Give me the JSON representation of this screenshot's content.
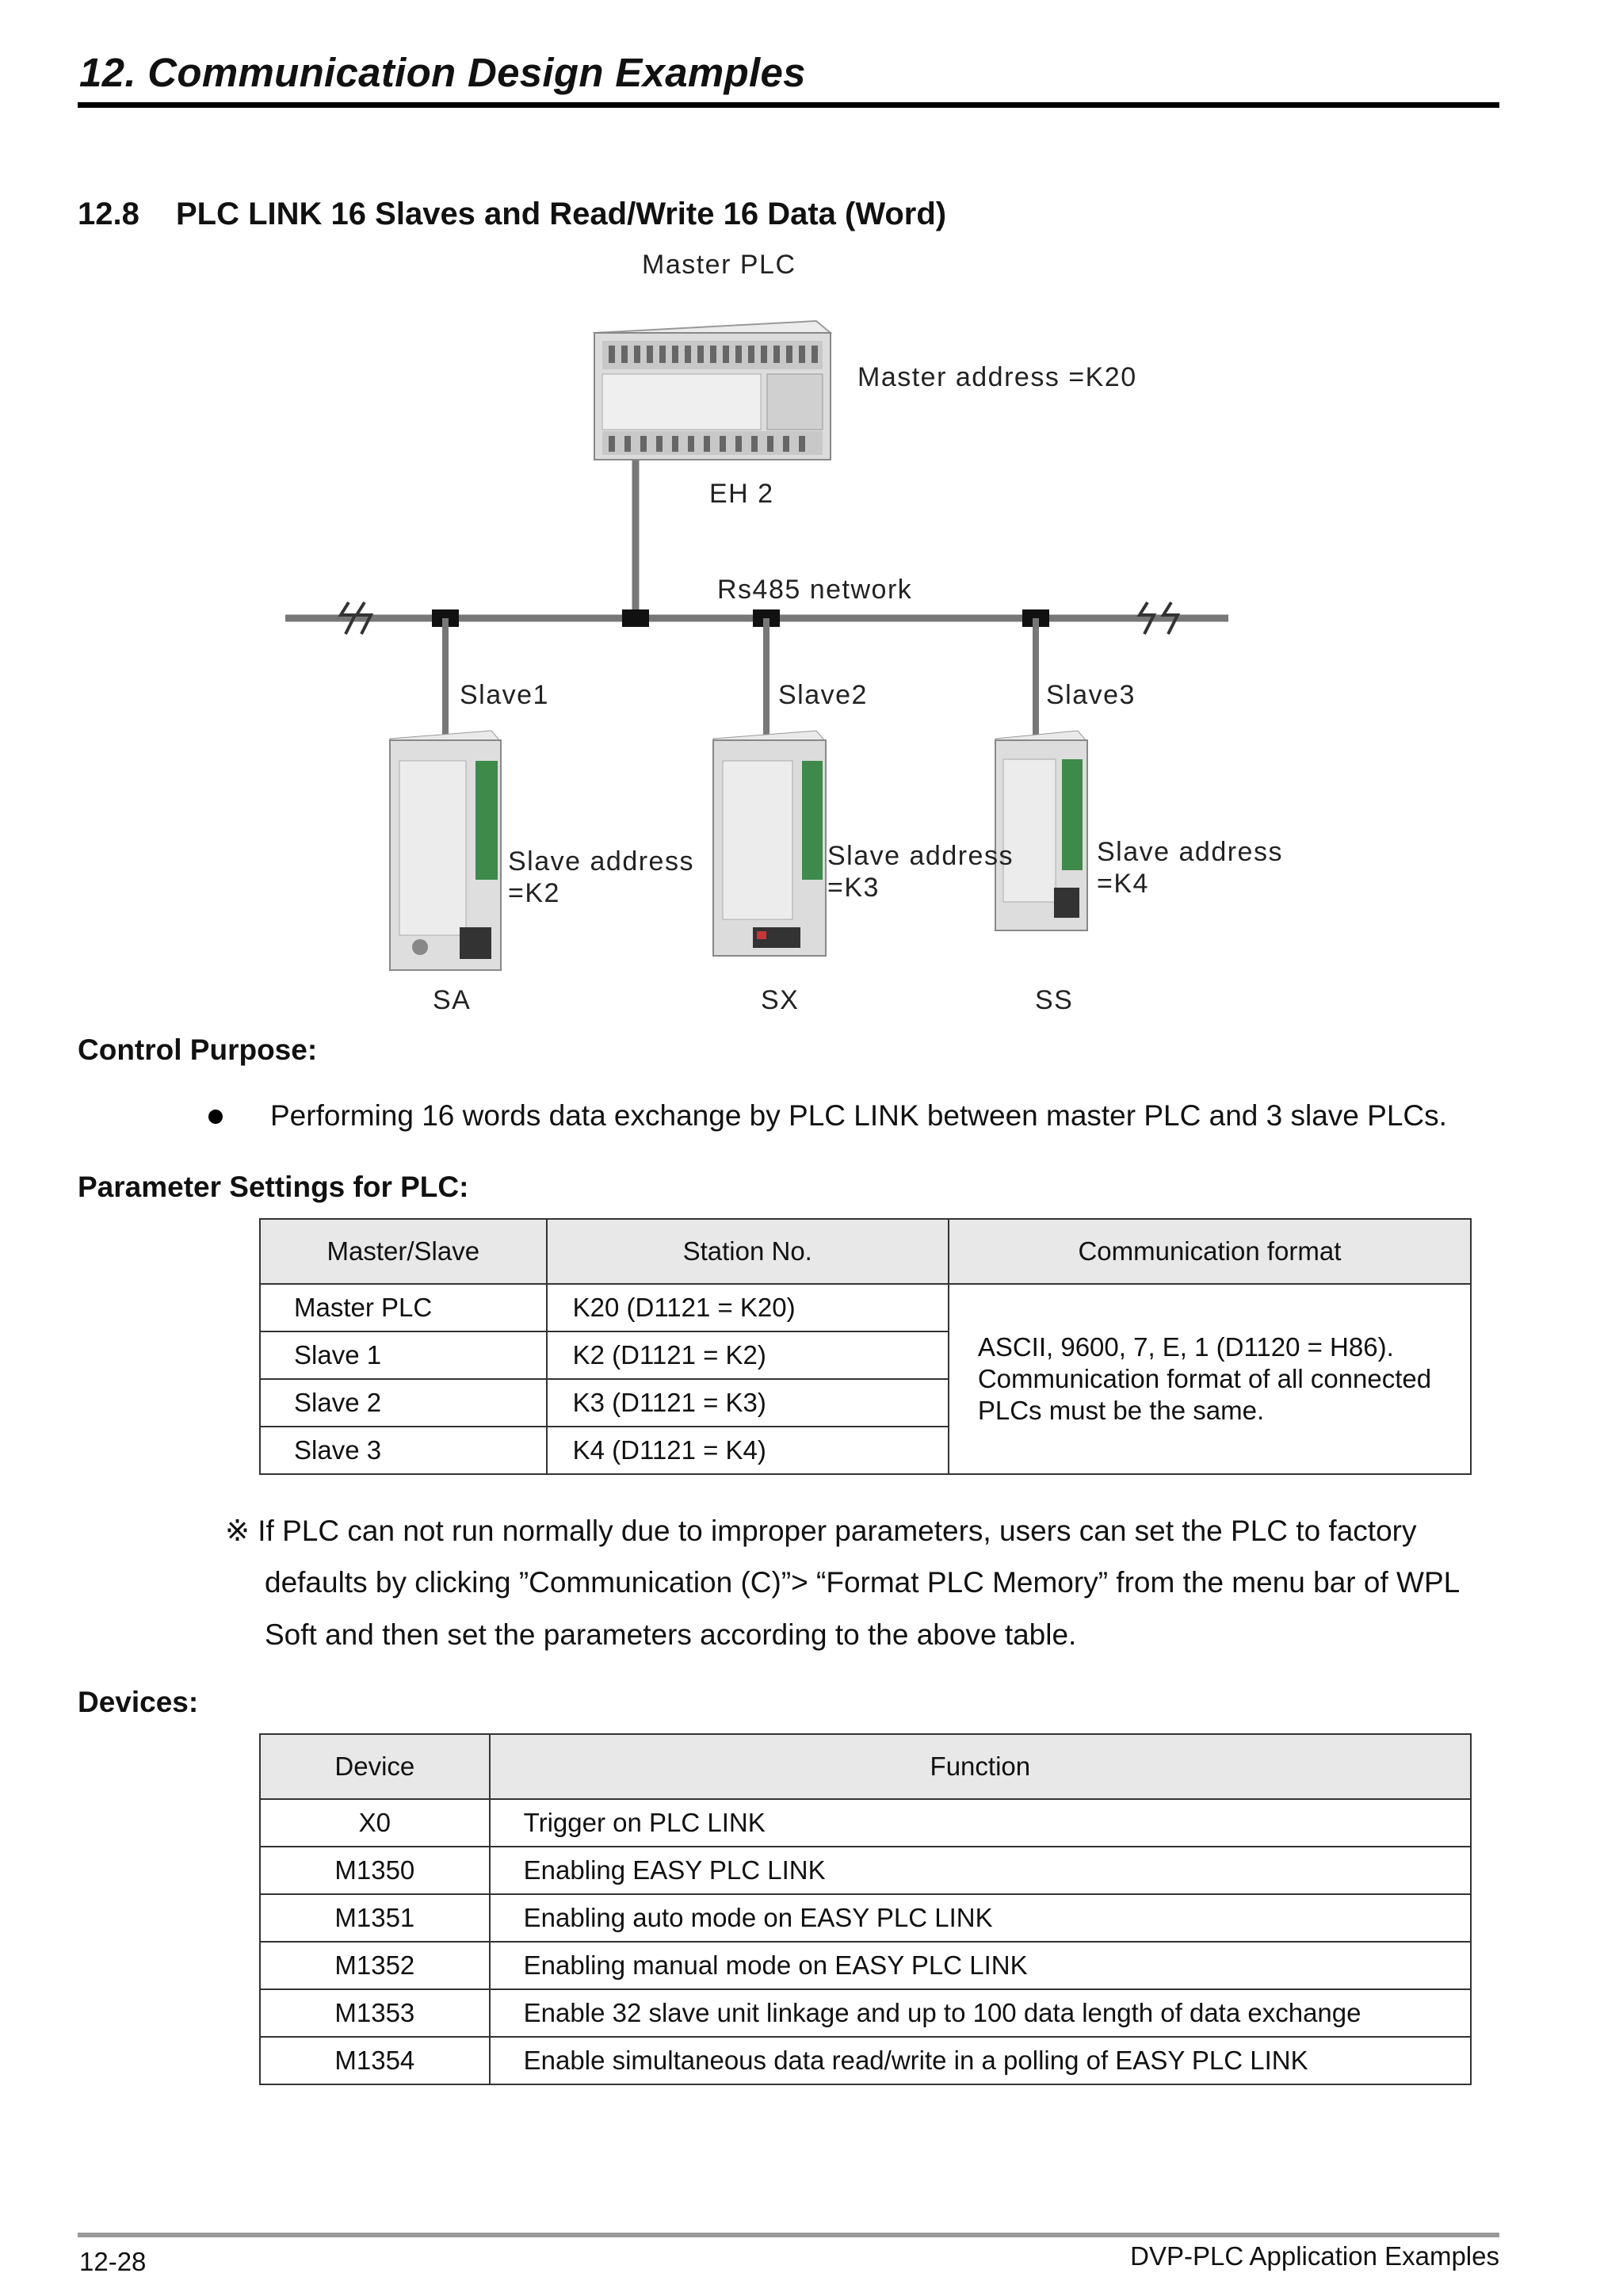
{
  "header": {
    "chapter_title": "12. Communication Design Examples"
  },
  "section": {
    "number": "12.8",
    "title": "PLC LINK 16 Slaves and Read/Write 16 Data (Word)"
  },
  "diagram": {
    "master_label": "Master PLC",
    "master_address": "Master address =K20",
    "master_model": "EH 2",
    "network_label": "Rs485 network",
    "slaves": [
      {
        "label": "Slave1",
        "address_line1": "Slave address",
        "address_line2": "=K2",
        "model": "SA"
      },
      {
        "label": "Slave2",
        "address_line1": "Slave address",
        "address_line2": "=K3",
        "model": "SX"
      },
      {
        "label": "Slave3",
        "address_line1": "Slave address",
        "address_line2": "=K4",
        "model": "SS"
      }
    ]
  },
  "control_purpose": {
    "heading": "Control Purpose:",
    "bullets": [
      "Performing 16 words data exchange by PLC LINK between master PLC and 3 slave PLCs."
    ]
  },
  "parameter_settings": {
    "heading": "Parameter Settings for PLC:",
    "columns": [
      "Master/Slave",
      "Station No.",
      "Communication format"
    ],
    "rows": [
      [
        "Master PLC",
        "K20 (D1121 = K20)"
      ],
      [
        "Slave 1",
        "K2 (D1121 = K2)"
      ],
      [
        "Slave 2",
        "K3 (D1121 = K3)"
      ],
      [
        "Slave 3",
        "K4 (D1121 = K4)"
      ]
    ],
    "format_lines": [
      "ASCII, 9600, 7, E, 1 (D1120 = H86).",
      "Communication format of all connected",
      "PLCs must be the same."
    ]
  },
  "note": {
    "lines": [
      "※ If PLC can not run normally due to improper parameters, users can set the PLC to factory",
      "defaults by clicking ”Communication (C)”> “Format PLC Memory” from the menu bar of WPL",
      "Soft and then set the parameters according to the above table."
    ]
  },
  "devices": {
    "heading": "Devices:",
    "columns": [
      "Device",
      "Function"
    ],
    "rows": [
      [
        "X0",
        "Trigger on PLC LINK"
      ],
      [
        "M1350",
        "Enabling EASY PLC LINK"
      ],
      [
        "M1351",
        "Enabling auto mode on EASY PLC LINK"
      ],
      [
        "M1352",
        "Enabling manual mode on EASY PLC LINK"
      ],
      [
        "M1353",
        "Enable 32 slave unit linkage and up to 100 data length of data exchange"
      ],
      [
        "M1354",
        "Enable simultaneous data read/write in a polling of EASY PLC LINK"
      ]
    ]
  },
  "footer": {
    "page_number": "12-28",
    "doc_title": "DVP-PLC Application Examples"
  }
}
